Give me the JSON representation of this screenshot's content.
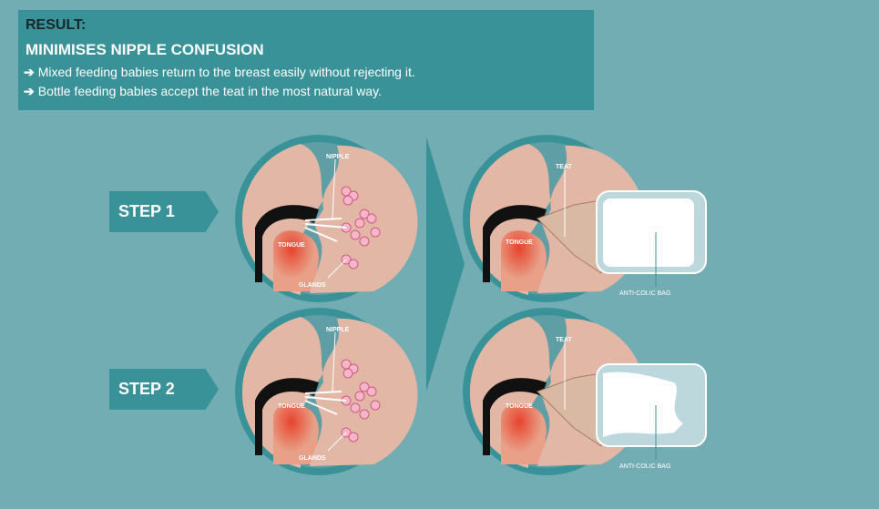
{
  "result": {
    "heading": "RESULT:",
    "title": "MINIMISES NIPPLE CONFUSION",
    "bullets": [
      "Mixed feeding babies return to the breast easily without rejecting it.",
      "Bottle feeding babies accept the teat in the most natural way."
    ],
    "arrow_icon": "arrow-right-icon"
  },
  "steps": [
    "STEP 1",
    "STEP 2"
  ],
  "labels": {
    "nipple": "NIPPLE",
    "tongue": "TONGUE",
    "glands": "GLANDS",
    "teat": "TEAT",
    "bag": "ANTI-COLIC BAG"
  },
  "colors": {
    "background": "#72adb4",
    "panel": "#3a9299",
    "skin": "#e3b7a5",
    "gland": "#f4b6c8",
    "tongue": "#e0553a"
  }
}
